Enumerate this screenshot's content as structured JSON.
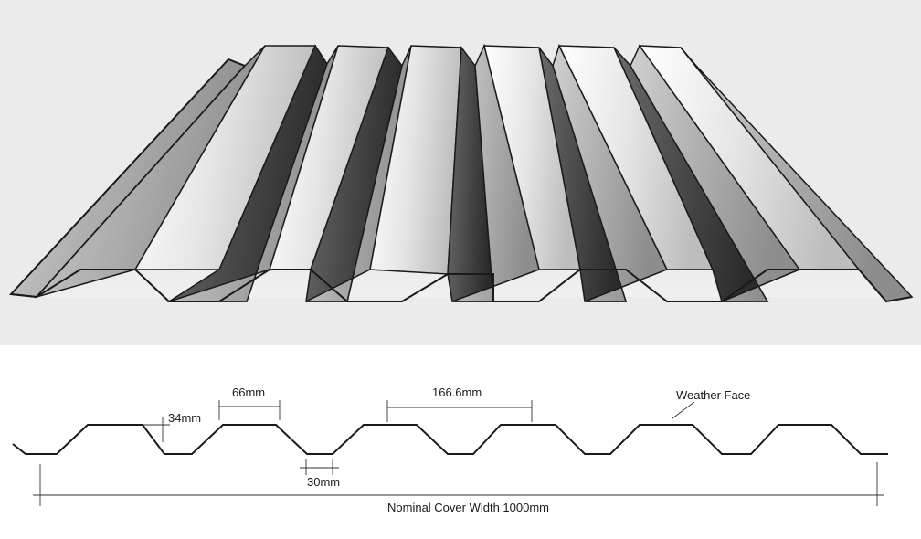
{
  "illustration": {
    "subject": "trapezoidal-roof-sheet",
    "ribs": 6,
    "colors": {
      "background": "#ebebeb",
      "outline": "#1a1a1a",
      "light_metal": "#f2f2f2",
      "mid_metal": "#a9a9a9",
      "dark_metal": "#3b3b3b"
    }
  },
  "profile": {
    "labels": {
      "crest_width": "66mm",
      "rib_depth": "34mm",
      "rib_pitch": "166.6mm",
      "trough_width": "30mm",
      "weather_face": "Weather Face",
      "cover_width": "Nominal Cover Width 1000mm"
    }
  }
}
